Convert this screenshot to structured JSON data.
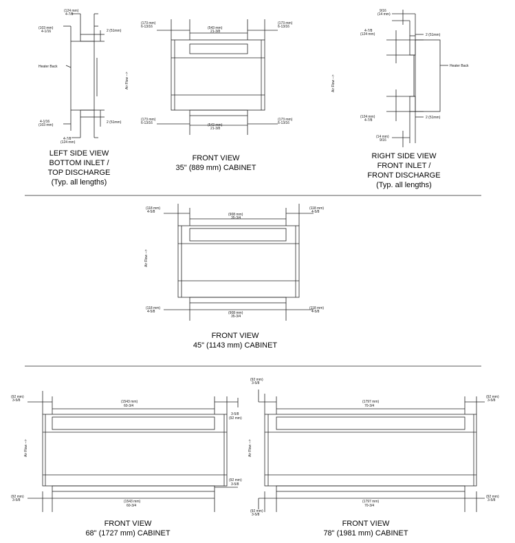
{
  "views": {
    "left_side": {
      "caption": [
        "LEFT SIDE VIEW",
        "BOTTOM INLET /",
        "TOP DISCHARGE",
        "(Typ. all lengths)"
      ],
      "top_width": [
        "(124 mm)",
        "4-7/8"
      ],
      "top_depth": [
        "(103 mm)",
        "4-1/16"
      ],
      "top_offset": "2 (51mm)",
      "heater_back": "Heater Back",
      "bottom_offset": "2 (51mm)",
      "bottom_depth": [
        "4-1/16",
        "(103 mm)"
      ],
      "bottom_width": [
        "4-7/8",
        "(124 mm)"
      ]
    },
    "front_35": {
      "caption": [
        "FRONT VIEW",
        "35\" (889 mm) CABINET"
      ],
      "top_left": [
        "(173 mm)",
        "6-13/16"
      ],
      "top_center": [
        "(543 mm)",
        "21-3/8"
      ],
      "top_right": [
        "(173 mm)",
        "6-13/16"
      ],
      "bottom_left": [
        "(173 mm)",
        "6-13/16"
      ],
      "bottom_center": [
        "(543 mm)",
        "21-3/8"
      ],
      "bottom_right": [
        "(173 mm)",
        "6-13/16"
      ],
      "air_flow": "Air Flow -->"
    },
    "right_side": {
      "caption": [
        "RIGHT SIDE VIEW",
        "FRONT INLET /",
        "FRONT DISCHARGE",
        "(Typ. all lengths)"
      ],
      "top_small": [
        "9/16",
        "(14 mm)"
      ],
      "top_width": [
        "4-7/8",
        "(124 mm)"
      ],
      "top_offset": "2 (51mm)",
      "heater_back": "Heater Back",
      "air_flow": "Air Flow -->",
      "bottom_width": [
        "(124 mm)",
        "4-7/8"
      ],
      "bottom_offset": "2 (51mm)",
      "bottom_small": [
        "(14 mm)",
        "9/16"
      ]
    },
    "front_45": {
      "caption": [
        "FRONT VIEW",
        "45\" (1143 mm) CABINET"
      ],
      "top_left": [
        "(118 mm)",
        "4-5/8"
      ],
      "top_center": [
        "(908 mm)",
        "35-3/4"
      ],
      "top_right": [
        "(118 mm)",
        "4-5/8"
      ],
      "bottom_left": [
        "(118 mm)",
        "4-5/8"
      ],
      "bottom_center": [
        "(908 mm)",
        "35-3/4"
      ],
      "bottom_right": [
        "(118 mm)",
        "4-5/8"
      ],
      "air_flow": "Air Flow -->"
    },
    "front_68": {
      "caption": [
        "FRONT VIEW",
        "68\" (1727 mm) CABINET"
      ],
      "top_left": [
        "(92 mm)",
        "3-5/8"
      ],
      "top_center": [
        "(1543 mm)",
        "60-3/4"
      ],
      "top_right": [
        "3-5/8",
        "(92 mm)"
      ],
      "bottom_left": [
        "(92 mm)",
        "3-5/8"
      ],
      "bottom_center": [
        "(1543 mm)",
        "60-3/4"
      ],
      "bottom_right": [
        "(92 mm)",
        "3-5/8"
      ],
      "air_flow": "Air Flow -->"
    },
    "front_78": {
      "caption": [
        "FRONT VIEW",
        "78\" (1981 mm) CABINET"
      ],
      "top_left": [
        "(92 mm)",
        "3-5/8"
      ],
      "top_center": [
        "(1797 mm)",
        "70-3/4"
      ],
      "top_right": [
        "(92 mm)",
        "3-5/8"
      ],
      "bottom_left": [
        "(92 mm)",
        "3-5/8"
      ],
      "bottom_center": [
        "(1797 mm)",
        "70-3/4"
      ],
      "bottom_right": [
        "(92 mm)",
        "3-5/8"
      ],
      "air_flow": "Air Flow -->"
    }
  }
}
